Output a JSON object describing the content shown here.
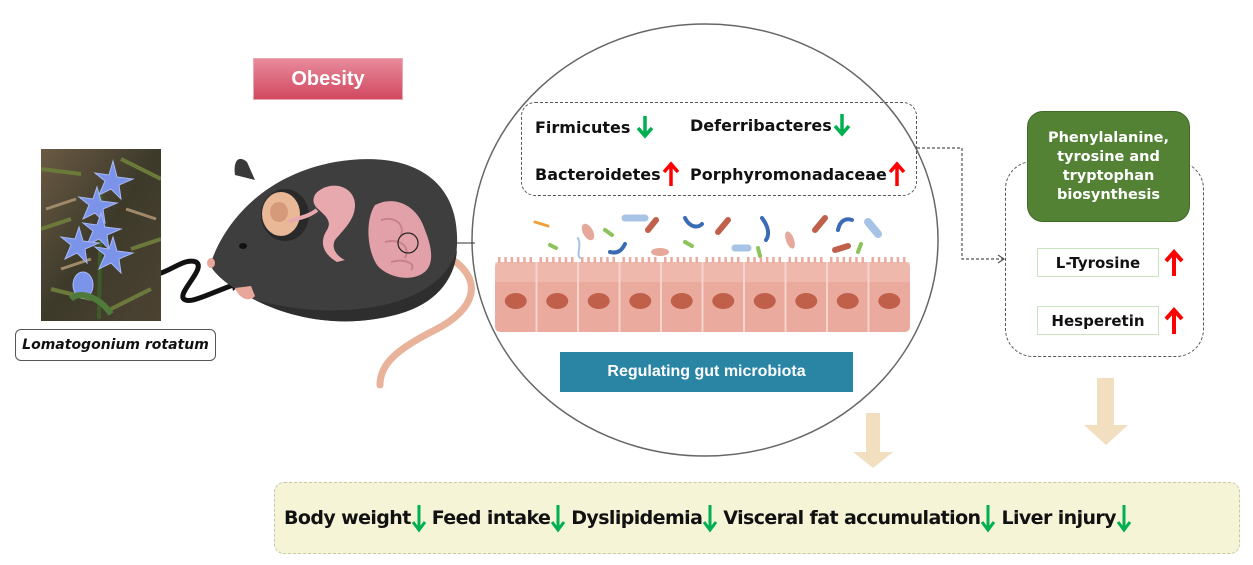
{
  "header": {
    "obesity_label": "Obesity"
  },
  "plant": {
    "name": "Lomatogonium rotatum",
    "photo_icon": "blue-flower-photo"
  },
  "mouse": {
    "icon": "obese-mouse-with-gut"
  },
  "gut": {
    "bacteria": [
      {
        "name": "Firmicutes",
        "trend": "down"
      },
      {
        "name": "Deferribacteres",
        "trend": "down"
      },
      {
        "name": "Bacteroidetes",
        "trend": "up"
      },
      {
        "name": "Porphyromonadaceae",
        "trend": "up"
      }
    ],
    "label": "Regulating gut microbiota"
  },
  "pathway": {
    "title_lines": [
      "Phenylalanine,",
      "tyrosine and",
      "tryptophan",
      "biosynthesis"
    ],
    "metabolites": [
      {
        "name": "L-Tyrosine",
        "trend": "up"
      },
      {
        "name": "Hesperetin",
        "trend": "up"
      }
    ]
  },
  "outcomes": [
    {
      "name": "Body weight",
      "trend": "down"
    },
    {
      "name": "Feed intake",
      "trend": "down"
    },
    {
      "name": "Dyslipidemia",
      "trend": "down"
    },
    {
      "name": "Visceral fat accumulation",
      "trend": "down"
    },
    {
      "name": "Liver injury",
      "trend": "down"
    }
  ],
  "colors": {
    "up": "#ff0000",
    "down": "#00b050",
    "flow_arrow": "#f1dfbf",
    "pathway_green": "#538234",
    "microbiota_blue": "#2a84a4",
    "obesity_red": "#d24860"
  }
}
